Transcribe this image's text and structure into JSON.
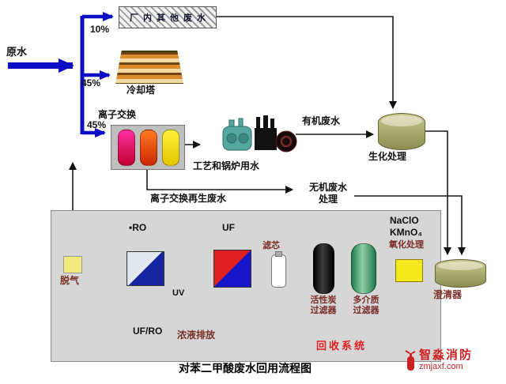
{
  "labels": {
    "raw_water": "原水",
    "pct_other": "10%",
    "pct_cooling": "45%",
    "pct_ion": "45%",
    "factory_other_wastewater": "厂内其他废水",
    "cooling_tower": "冷却塔",
    "ion_exchange": "离子交换",
    "process_boiler_water": "工艺和锅炉用水",
    "organic_wastewater": "有机废水",
    "biochemical_treatment": "生化处理",
    "ion_exchange_regen": "离子交换再生废水",
    "inorganic_line1": "无机废水",
    "inorganic_line2": "处理",
    "clarifier": "澄清器",
    "naclo": "NaClO",
    "kmno4": "KMnO₄",
    "oxidation": "氧化处理",
    "multimedia_line1": "多介质",
    "multimedia_line2": "过滤器",
    "carbon_line1": "活性炭",
    "carbon_line2": "过滤器",
    "cartridge": "滤芯",
    "uf": "UF",
    "ro": "•RO",
    "uv": "UV",
    "degas": "脱气",
    "uf_ro": "UF/RO",
    "concentrate": "浓液排放",
    "recovery_system": "回收系统",
    "caption": "对苯二甲酸废水回用流程图"
  },
  "watermark": {
    "name": "智淼消防",
    "url": "zmjaxf.com"
  },
  "colors": {
    "flow_arrow_blue": "#0c0cc4",
    "recovery_red": "#e02020",
    "dark_label_red": "#7b2d26",
    "oxidation_yellow": "#f4e81e",
    "tank_olive": "#8d8d50"
  }
}
